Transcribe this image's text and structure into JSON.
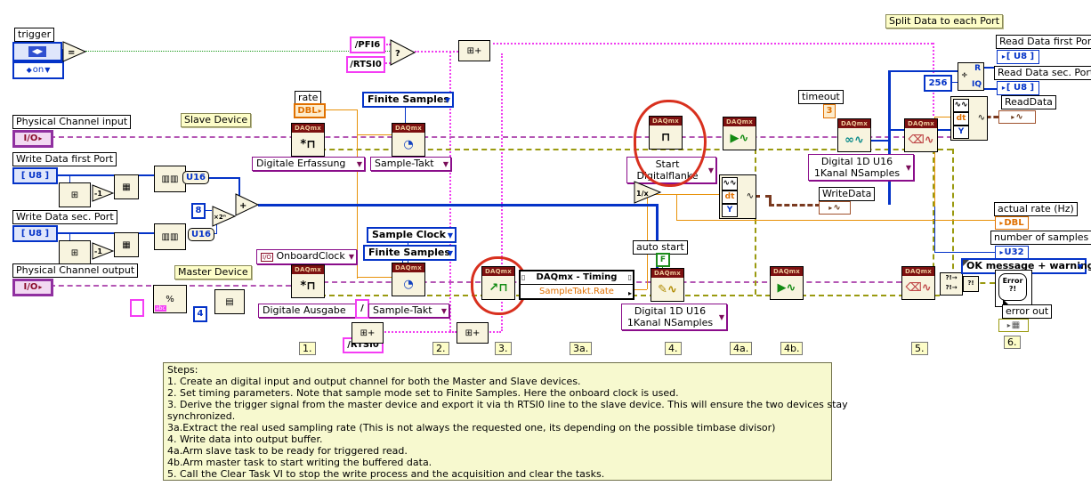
{
  "glyphs": {
    "daqmx_header": "DAQmx",
    "arrow_down": "▼",
    "arrow_right": "▸",
    "diamond": "◆",
    "lr_arrows": "◀▶",
    "equals": "=",
    "select_q": "?",
    "plus": "+",
    "times_pow2": "×2ⁿ",
    "reciprocal": "1/x",
    "create_channel": "*⊓",
    "timing_clock": "◔",
    "trigger_edge": "⊓",
    "start_task": "▶∿",
    "read_task": "∞∿",
    "write_task": "✎∿",
    "clear_task": "⌫∿",
    "export_signal": "↗⊓",
    "array_size": "⊞",
    "reshape": "▦",
    "interleave": "▥▥",
    "index_array": "▤",
    "format_str": "%",
    "format_abc": "abc",
    "concat": "⊞+",
    "bw_wave": "∿∿",
    "bw_dt": "dt",
    "bw_y": "Y",
    "bw_out": "∿",
    "q_div": "÷",
    "q_r": "R",
    "q_iq": "IQ",
    "merge_row1": "?!→",
    "merge_row2": "?!→",
    "merge_small": "?!",
    "waveform": "∿",
    "grid": "▦",
    "io": "I/O",
    "page": "▯"
  },
  "labels": {
    "trigger": "trigger",
    "physical_channel_input": "Physical Channel input",
    "slave_device": "Slave Device",
    "write_data_first_port": "Write Data first Port",
    "write_data_sec_port": "Write Data sec. Port",
    "physical_channel_output": "Physical Channel output",
    "master_device": "Master Device",
    "rate": "rate",
    "timeout": "timeout",
    "auto_start": "auto start",
    "split_data": "Split Data to each Port",
    "read_data_first_port": "Read Data first Port",
    "read_data_sec_port": "Read Data sec. Port",
    "readdata": "ReadData",
    "writedata": "WriteData",
    "actual_rate": "actual rate (Hz)",
    "number_of_samples": "number of samples",
    "error_out": "error out"
  },
  "values": {
    "on": "on",
    "pfi6": "/PFI6",
    "rtsi0": "/RTSI0",
    "slash": "/",
    "eight": "8",
    "four": "4",
    "three": "3",
    "n256": "256",
    "u8_array": "[ U8 ]",
    "u16": "U16",
    "u32": "U32",
    "dbl": "DBL",
    "io": "I/O",
    "false": "F",
    "minus_one": "-1"
  },
  "dropdowns": {
    "finite_samples_top": "Finite Samples",
    "digitale_erfassung": "Digitale Erfassung",
    "sample_takt_top": "Sample-Takt",
    "sample_clock": "Sample Clock",
    "finite_samples_mid": "Finite Samples",
    "digitale_ausgabe": "Digitale Ausgabe",
    "sample_takt_bottom": "Sample-Takt",
    "onboard_clock": "OnboardClock",
    "start_digitalflanke": {
      "line1": "Start",
      "line2": "Digitalflanke"
    },
    "digital_1d_u16": {
      "line1": "Digital 1D U16",
      "line2": "1Kanal NSamples"
    },
    "ok_message": "OK message + warnings"
  },
  "property_node": {
    "title": "DAQmx - Timing",
    "property": "SampleTakt.Rate"
  },
  "error_handler": {
    "line1": "Error",
    "line2": "?!"
  },
  "steps": [
    "1.",
    "2.",
    "3.",
    "3a.",
    "4.",
    "4a.",
    "4b.",
    "5.",
    "6."
  ],
  "comment": {
    "lines": [
      "Steps:",
      "1.  Create an digital input and output channel for both the Master and Slave devices.",
      "2.  Set timing parameters.  Note that sample mode set to Finite Samples. Here the onboard clock is used.",
      "3.  Derive the trigger signal from the master device and export it via th RTSI0 line to the slave device. This will ensure the two devices stay",
      "synchronized.",
      "3a.Extract the real used sampling rate (This is not always the requested one, its depending on the possible timbase divisor)",
      "4.  Write data into output buffer.",
      "4a.Arm slave task to be ready for triggered read.",
      "4b.Arm master task to start writing the buffered data.",
      "5.  Call the Clear Task VI to stop the write process and the acquisition and clear the tasks."
    ]
  },
  "colors": {
    "annotation_red": "#d8301e",
    "wire_blue": "#0433c8",
    "wire_orange": "#e8920a",
    "wire_pink": "#f03df0",
    "wire_purple": "#b457b4",
    "wire_error": "#9a9a10",
    "daq_header": "#7c1010",
    "label_yellow": "#fdfdc8",
    "comment_bg": "#f7f9cf"
  }
}
